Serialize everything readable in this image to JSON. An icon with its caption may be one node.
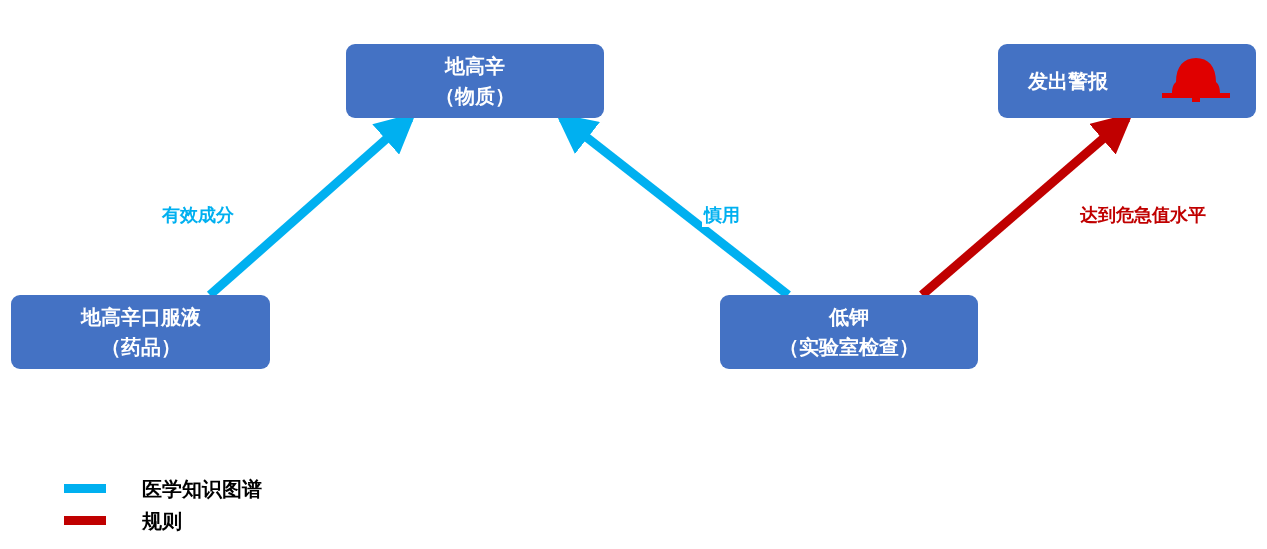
{
  "diagram": {
    "nodes": [
      {
        "text": [
          "地高辛",
          "（物质）"
        ]
      },
      {
        "text": [
          "发出警报"
        ]
      },
      {
        "text": [
          "地高辛口服液",
          "（药品）"
        ]
      },
      {
        "text": [
          "低钾",
          "（实验室检查）"
        ]
      }
    ],
    "edges": [
      {
        "from": 2,
        "to": 0,
        "arrow": "to",
        "label": "有效成分"
      },
      {
        "from": 3,
        "to": 0,
        "arrow": "to",
        "label": "慎用"
      },
      {
        "from": 3,
        "to": 1,
        "arrow": "to",
        "label": "达到危急值水平",
        "color": "#c00000"
      }
    ],
    "legend": [
      {
        "text": "医学知识图谱",
        "color": "#00b0f0"
      },
      {
        "text": "规则",
        "color": "#c00000"
      }
    ]
  }
}
